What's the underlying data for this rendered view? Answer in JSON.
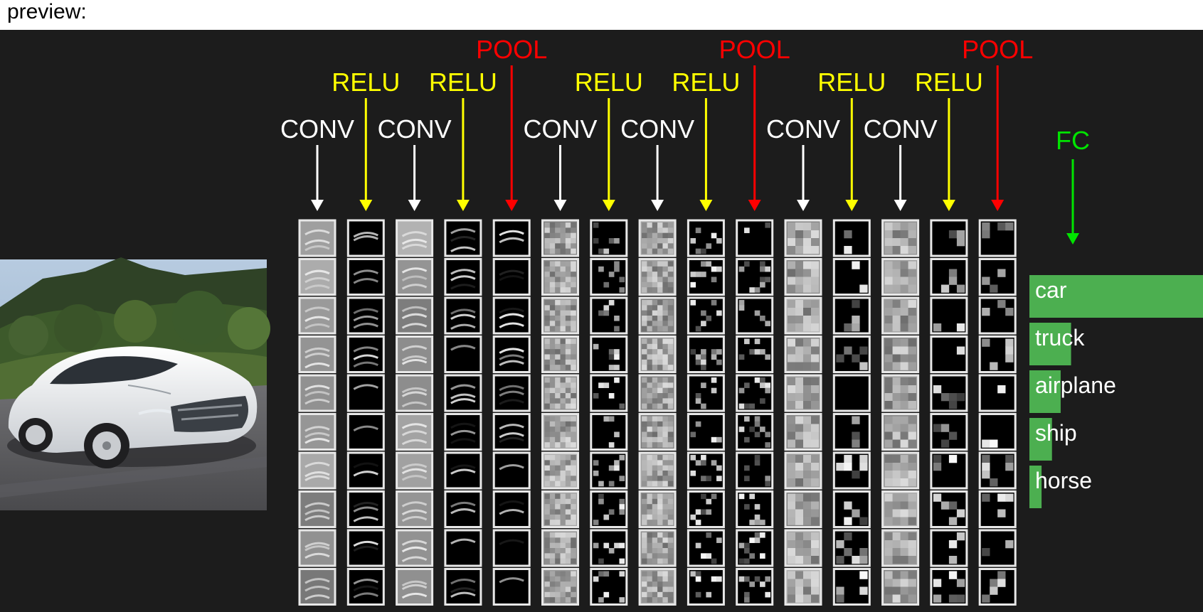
{
  "preview_label": "preview:",
  "colors": {
    "background": "#1c1c1c",
    "conv": "#ffffff",
    "relu": "#ffff00",
    "pool": "#ff0000",
    "fc": "#00e400",
    "bar": "#4caf50"
  },
  "layers": [
    {
      "label": "CONV",
      "kind": "conv"
    },
    {
      "label": "RELU",
      "kind": "relu"
    },
    {
      "label": "CONV",
      "kind": "conv"
    },
    {
      "label": "RELU",
      "kind": "relu"
    },
    {
      "label": "POOL",
      "kind": "pool"
    },
    {
      "label": "CONV",
      "kind": "conv"
    },
    {
      "label": "RELU",
      "kind": "relu"
    },
    {
      "label": "CONV",
      "kind": "conv"
    },
    {
      "label": "RELU",
      "kind": "relu"
    },
    {
      "label": "POOL",
      "kind": "pool"
    },
    {
      "label": "CONV",
      "kind": "conv"
    },
    {
      "label": "RELU",
      "kind": "relu"
    },
    {
      "label": "CONV",
      "kind": "conv"
    },
    {
      "label": "RELU",
      "kind": "relu"
    },
    {
      "label": "POOL",
      "kind": "pool"
    }
  ],
  "fc_label": "FC",
  "input_image": "car-photo",
  "maps_per_layer": 10,
  "predictions": [
    {
      "label": "car",
      "score": 1.0
    },
    {
      "label": "truck",
      "score": 0.24
    },
    {
      "label": "airplane",
      "score": 0.18
    },
    {
      "label": "ship",
      "score": 0.13
    },
    {
      "label": "horse",
      "score": 0.07
    }
  ]
}
